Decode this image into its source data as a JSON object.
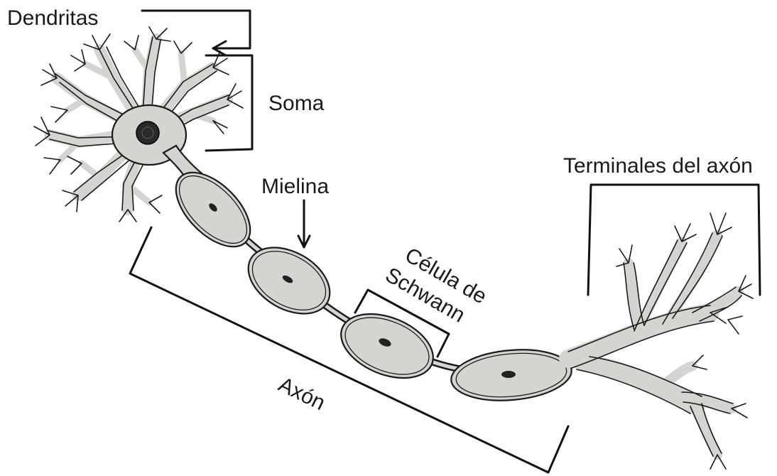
{
  "labels": {
    "dendrites": "Dendritas",
    "soma": "Soma",
    "myelin": "Mielina",
    "schwann_line1": "Célula de",
    "schwann_line2": "Schwann",
    "axon_terminals": "Terminales del axón",
    "axon": "Axón"
  },
  "colors": {
    "cell_fill": "#d6d4d0",
    "outline": "#1a1a1a",
    "background": "#ffffff"
  }
}
